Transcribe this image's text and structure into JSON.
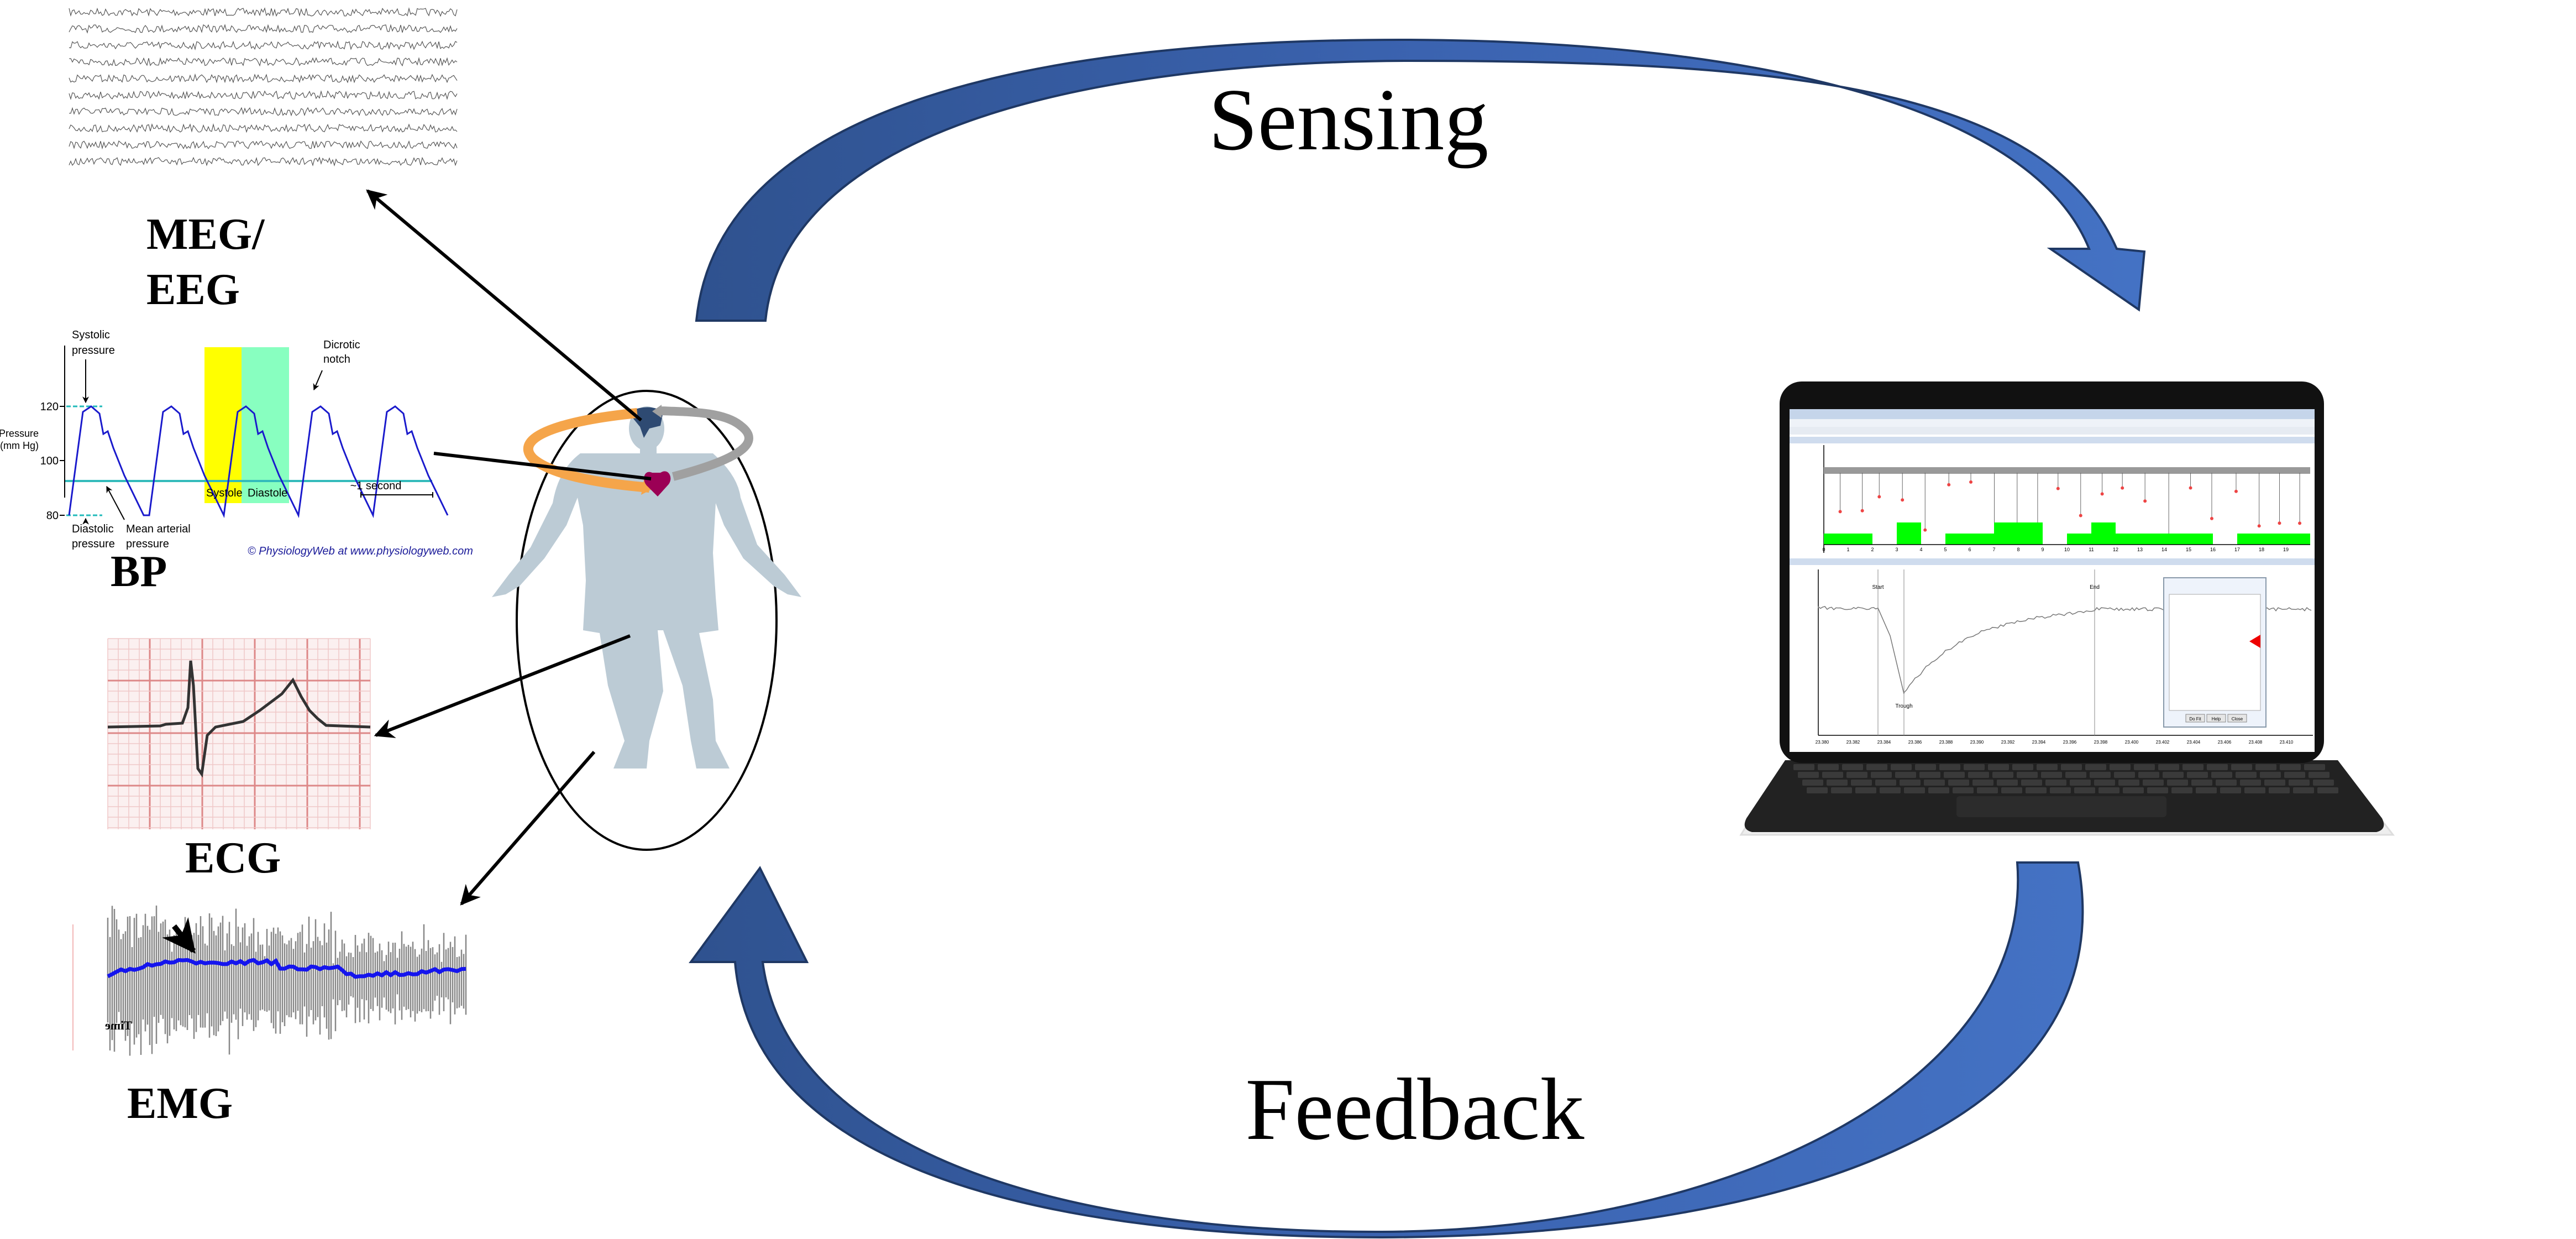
{
  "cycle": {
    "sensing_label": "Sensing",
    "feedback_label": "Feedback"
  },
  "signals": {
    "eeg_label_line1": "MEG/",
    "eeg_label_line2": "EEG",
    "bp_label": "BP",
    "ecg_label": "ECG",
    "emg_label": "EMG"
  },
  "bp_chart": {
    "y_axis_label_line1": "Pressure",
    "y_axis_label_line2": "(mm Hg)",
    "y_ticks": [
      "120",
      "100",
      "80"
    ],
    "systolic_line1": "Systolic",
    "systolic_line2": "pressure",
    "diastolic_line1": "Diastolic",
    "diastolic_line2": "pressure",
    "mean_line1": "Mean arterial",
    "mean_line2": "pressure",
    "dicrotic_line1": "Dicrotic",
    "dicrotic_line2": "notch",
    "systole": "Systole",
    "diastole": "Diastole",
    "scale": "~1 second",
    "credit": "© PhysiologyWeb at www.physiologyweb.com"
  },
  "emg_chart": {
    "axis_label": "Time"
  },
  "laptop_screen": {
    "top_x_ticks": [
      "0",
      "1",
      "2",
      "3",
      "4",
      "5",
      "6",
      "7",
      "8",
      "9",
      "10",
      "11",
      "12",
      "13",
      "14",
      "15",
      "16",
      "17",
      "18",
      "19"
    ],
    "histogram_counts": [
      1,
      1,
      0,
      2,
      0,
      1,
      1,
      2,
      2,
      0,
      1,
      2,
      1,
      1,
      1,
      1,
      0,
      1,
      1,
      1
    ],
    "markers": {
      "start": "Start",
      "trough": "Trough",
      "end": "End"
    },
    "bottom_x_ticks": [
      "23.380",
      "23.382",
      "23.384",
      "23.386",
      "23.388",
      "23.390",
      "23.392",
      "23.394",
      "23.396",
      "23.398",
      "23.400",
      "23.402",
      "23.404",
      "23.406",
      "23.408",
      "23.410"
    ],
    "dialog_buttons": [
      "Do Fit",
      "Help",
      "Close"
    ]
  },
  "colors": {
    "arrow_blue": "#4472c4",
    "arrow_dark": "#2f528f",
    "histogram_green": "#00ff00",
    "body": "#bccbd5",
    "brain": "#2e4a72",
    "heart": "#9b0055",
    "orange": "#f5a54a",
    "gray_arrow": "#a0a0a0"
  }
}
